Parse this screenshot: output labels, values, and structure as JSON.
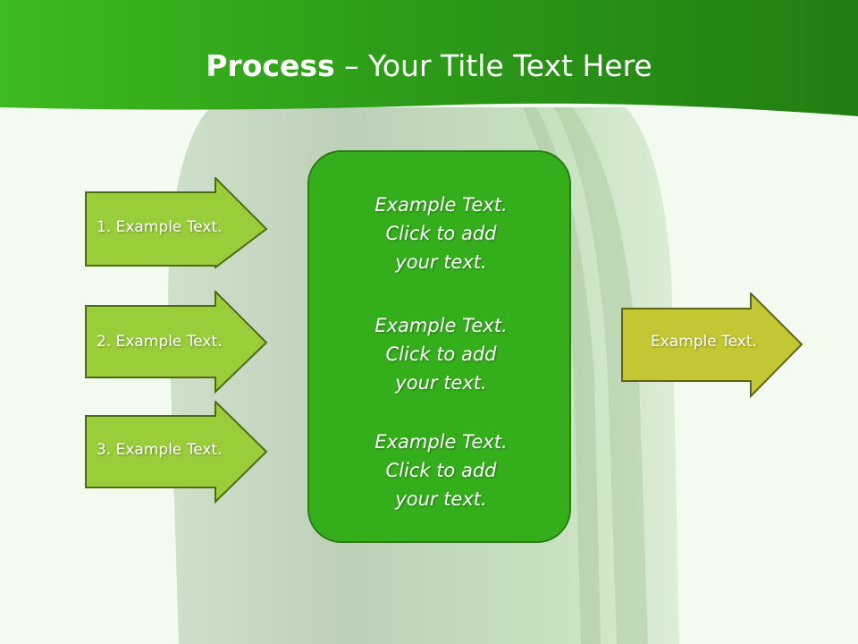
{
  "slide": {
    "title_bold": "Process",
    "title_rest": " – Your Title Text Here",
    "inputs": [
      {
        "label": "1. Example Text."
      },
      {
        "label": "2. Example Text."
      },
      {
        "label": "3. Example Text."
      }
    ],
    "center_blocks": [
      {
        "line1": "Example Text.",
        "line2": "Click  to add",
        "line3": "your text."
      },
      {
        "line1": "Example Text.",
        "line2": "Click  to add",
        "line3": "your text."
      },
      {
        "line1": "Example Text.",
        "line2": "Click  to add",
        "line3": "your text."
      }
    ],
    "output": {
      "label": "Example Text."
    }
  },
  "colors": {
    "header_green": "#2f9e1a",
    "input_arrow_fill": "#9acd3a",
    "output_arrow_fill": "#c3c733",
    "center_box_fill": "#35ae1c"
  }
}
